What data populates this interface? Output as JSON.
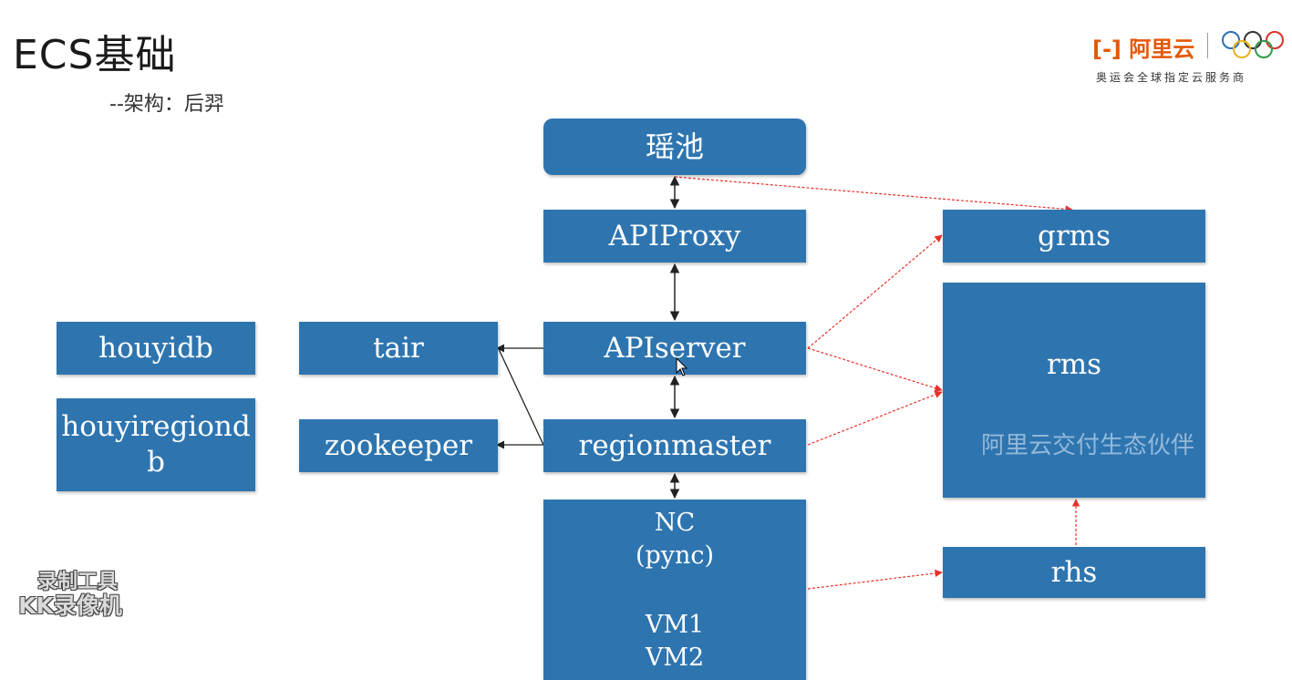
{
  "slide": {
    "title": "ECS基础",
    "subtitle": "--架构：后羿"
  },
  "logo": {
    "brand_mark": "[-]",
    "brand_text": "阿里云",
    "tagline": "奥运会全球指定云服务商",
    "brand_color": "#e4580a"
  },
  "diagram": {
    "box_color": "#2e75b0",
    "solid_arrow_color": "#222222",
    "dashed_arrow_color": "#e8312a",
    "nodes": {
      "yaochi": "瑶池",
      "apiproxy": "APIProxy",
      "apiserver": "APIserver",
      "regionmaster": "regionmaster",
      "houyidb": "houyidb",
      "houyiregiondb_line1": "houyiregiond",
      "houyiregiondb_line2": "b",
      "tair": "tair",
      "zookeeper": "zookeeper",
      "grms": "grms",
      "rms": "rms",
      "rms_watermark": "阿里云交付生态伙伴",
      "rhs": "rhs",
      "nc_line1": "NC",
      "nc_line2": "(pync)",
      "nc_line3": "VM1",
      "nc_line4": "VM2"
    }
  },
  "recorder_watermark": {
    "line1": "录制工具",
    "line2": "KK录像机"
  }
}
